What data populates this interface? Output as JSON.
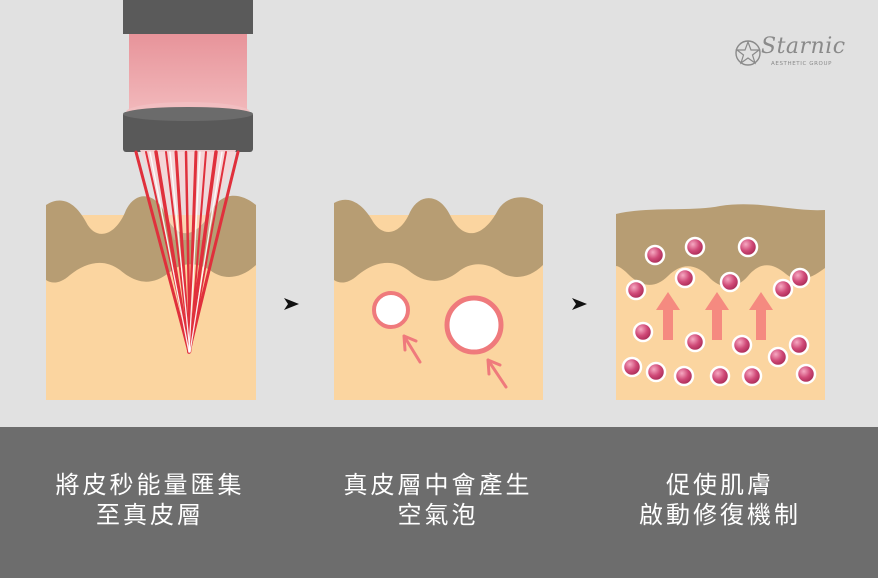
{
  "logo": {
    "wordmark": "Starnic",
    "tagline": "AESTHETIC GROUP",
    "icon": "star-circle-icon"
  },
  "steps": [
    {
      "line1": "將皮秒能量匯集",
      "line2": "至真皮層"
    },
    {
      "line1": "真皮層中會產生",
      "line2": "空氣泡"
    },
    {
      "line1": "促使肌膚",
      "line2": "啟動修復機制"
    }
  ],
  "connectors": [
    "arrow-right-icon",
    "arrow-right-icon"
  ],
  "colors": {
    "background": "#e1e1e1",
    "caption_band": "#6d6d6d",
    "skin_surface": "#b79d73",
    "dermis": "#fbd5a0",
    "laser_red": "#e0303c",
    "laser_tube": "#f0a0a4",
    "device_gray": "#5a5a5a",
    "bubble_ring": "#ef7a7c",
    "repair_cell": "#c43a66",
    "repair_arrow": "#f58a80"
  }
}
